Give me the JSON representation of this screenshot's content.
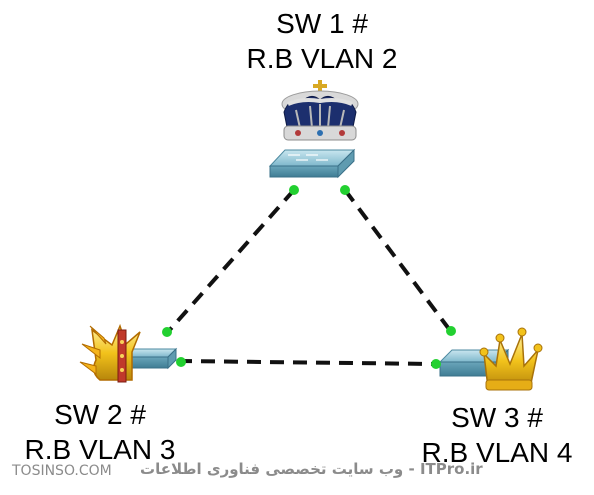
{
  "switches": [
    {
      "id": "sw1",
      "name": "SW 1 #",
      "role": "R.B VLAN 2"
    },
    {
      "id": "sw2",
      "name": "SW 2 #",
      "role": "R.B VLAN 3"
    },
    {
      "id": "sw3",
      "name": "SW 3 #",
      "role": "R.B VLAN 4"
    }
  ],
  "links": [
    {
      "from": "sw1",
      "to": "sw2",
      "style": "dashed"
    },
    {
      "from": "sw1",
      "to": "sw3",
      "style": "dashed"
    },
    {
      "from": "sw2",
      "to": "sw3",
      "style": "dashed"
    }
  ],
  "colors": {
    "link": "#111111",
    "port_led": "#22d030",
    "switch_body": "#8ec5d6",
    "crown_gold": "#f2c21b",
    "crown_blue": "#1c2f6e"
  },
  "icons": {
    "sw1": "royal-crown-icon",
    "sw2": "jester-crown-icon",
    "sw3": "gold-crown-icon",
    "switch": "network-switch-icon"
  },
  "watermark": {
    "site": "TOSINSO.COM",
    "text": "ITPro.ir - وب سایت تخصصی فناوری اطلاعات"
  }
}
